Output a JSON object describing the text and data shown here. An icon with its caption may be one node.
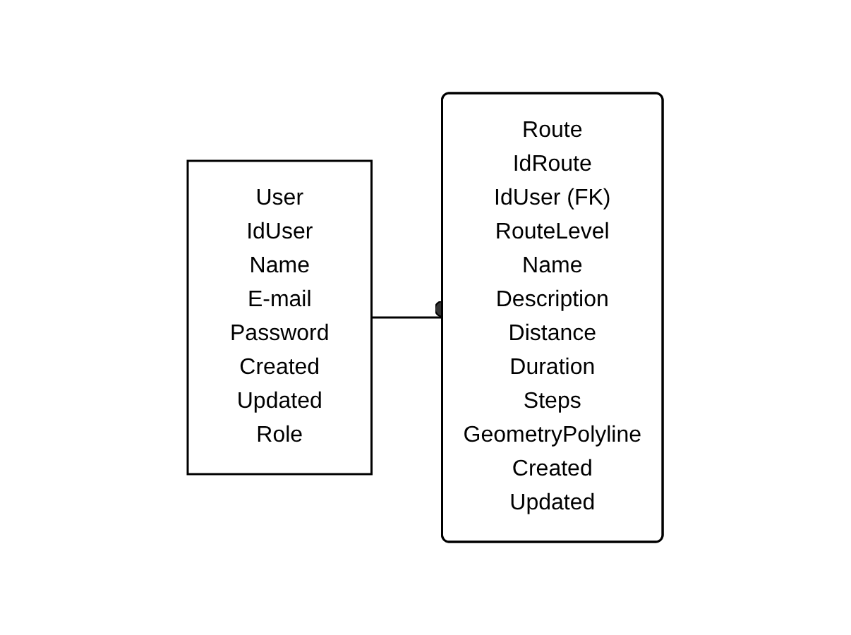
{
  "diagram": {
    "nodes": [
      {
        "text": [
          "User",
          "IdUser",
          "Name",
          "E-mail",
          "Password",
          "Created",
          "Updated",
          "Role"
        ]
      },
      {
        "text": [
          "Route",
          "IdRoute",
          "IdUser (FK)",
          "RouteLevel",
          "Name",
          "Description",
          "Distance",
          "Duration",
          "Steps",
          "GeometryPolyline",
          "Created",
          "Updated"
        ]
      }
    ],
    "edges": [
      {
        "from": 0,
        "to": 1,
        "arrow": "other"
      }
    ]
  }
}
